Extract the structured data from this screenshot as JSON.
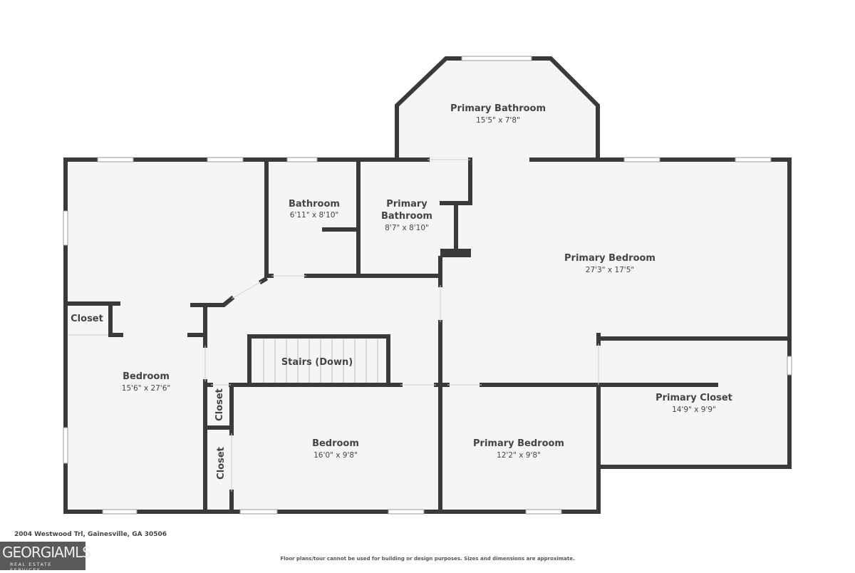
{
  "rooms": [
    {
      "name": "Primary Bathroom",
      "dims": "15'5\" x 7'8\""
    },
    {
      "name": "Bathroom",
      "dims": "6'11\" x 8'10\""
    },
    {
      "name": "Primary\nBathroom",
      "name_line1": "Primary",
      "name_line2": "Bathroom",
      "dims": "8'7\" x 8'10\""
    },
    {
      "name": "Primary Bedroom",
      "dims": "27'3\" x 17'5\""
    },
    {
      "name": "Closet"
    },
    {
      "name": "Bedroom",
      "dims": "15'6\" x 27'6\""
    },
    {
      "name": "Stairs (Down)"
    },
    {
      "name": "Closet"
    },
    {
      "name": "Closet"
    },
    {
      "name": "Bedroom",
      "dims": "16'0\" x 9'8\""
    },
    {
      "name": "Primary Bedroom",
      "dims": "12'2\" x 9'8\""
    },
    {
      "name": "Primary Closet",
      "dims": "14'9\" x 9'9\""
    }
  ],
  "footer": {
    "address": "2004 Westwood Trl, Gainesville, GA 30506",
    "disclaimer": "Floor plans/tour cannot be used for building or design purposes. Sizes and dimensions are approximate."
  },
  "logo": {
    "text": "GEORGIAMLS",
    "tagline": "REAL ESTATE SERVICES"
  },
  "colors": {
    "wall": "#3a3a3a",
    "floor": "#f5f5f5"
  }
}
